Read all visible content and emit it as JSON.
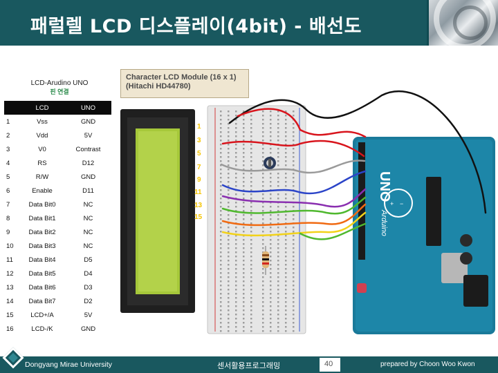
{
  "header": {
    "title": "패럴렐 LCD 디스플레이(4bit) - 배선도"
  },
  "table": {
    "caption": "LCD-Arudino UNO",
    "caption_sub": "핀 연결",
    "headers": [
      "",
      "LCD",
      "UNO"
    ],
    "rows": [
      [
        "1",
        "Vss",
        "GND"
      ],
      [
        "2",
        "Vdd",
        "5V"
      ],
      [
        "3",
        "V0",
        "Contrast"
      ],
      [
        "4",
        "RS",
        "D12"
      ],
      [
        "5",
        "R/W",
        "GND"
      ],
      [
        "6",
        "Enable",
        "D11"
      ],
      [
        "7",
        "Data Bit0",
        "NC"
      ],
      [
        "8",
        "Data Bit1",
        "NC"
      ],
      [
        "9",
        "Data Bit2",
        "NC"
      ],
      [
        "10",
        "Data Bit3",
        "NC"
      ],
      [
        "11",
        "Data Bit4",
        "D5"
      ],
      [
        "12",
        "Data Bit5",
        "D4"
      ],
      [
        "13",
        "Data Bit6",
        "D3"
      ],
      [
        "14",
        "Data Bit7",
        "D2"
      ],
      [
        "15",
        "LCD+/A",
        "5V"
      ],
      [
        "16",
        "LCD-/K",
        "GND"
      ]
    ]
  },
  "diagram": {
    "module_label_line1": "Character LCD Module (16 x 1)",
    "module_label_line2": "(Hitachi HD44780)",
    "pin_numbers": [
      "1",
      "3",
      "5",
      "7",
      "9",
      "11",
      "13",
      "15"
    ],
    "board_text": "UNO",
    "board_brand": "Arduino",
    "lcd_color": "#a6c83a",
    "wire_colors": [
      "#111111",
      "#d8141c",
      "#9a9a9a",
      "#2b44c8",
      "#f06a12",
      "#4fb82e",
      "#f2d21a",
      "#8a2fb0"
    ]
  },
  "footer": {
    "university": "Dongyang Mirae University",
    "course": "센서활용프로그래밍",
    "page": "40",
    "author": "prepared by Choon Woo Kwon"
  },
  "colors": {
    "header_bg": "#19585f",
    "table_header_bg": "#0b0b0b"
  }
}
